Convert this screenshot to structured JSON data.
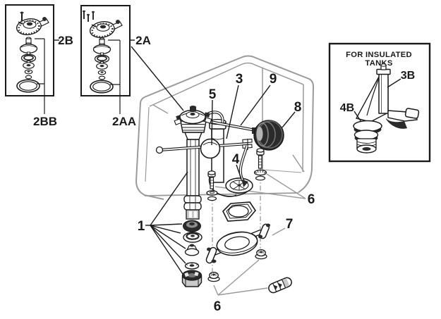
{
  "colors": {
    "ink": "#1a1a1a",
    "gray": "#9a9a9a",
    "dark_fill": "#2b2b2b",
    "metal_shade": "#c9c9c9",
    "background": "#ffffff"
  },
  "insets": {
    "seal_kit_b": {
      "label": "2B",
      "sub_label": "2BB"
    },
    "seal_kit_a": {
      "label": "2A",
      "sub_label": "2AA"
    },
    "insulated_tank": {
      "title_line1": "FOR INSULATED",
      "title_line2": "TANKS",
      "overflow_label": "3B",
      "flapper_label": "4B"
    }
  },
  "callouts": {
    "shank_seals": "1",
    "overflow_tube": "3",
    "flush_valve": "4",
    "float_lever": "5",
    "tank_bolts_upper": "6",
    "tank_bolts_lower": "6",
    "mounting_flange": "7",
    "float_ball": "8",
    "float_rod": "9"
  }
}
